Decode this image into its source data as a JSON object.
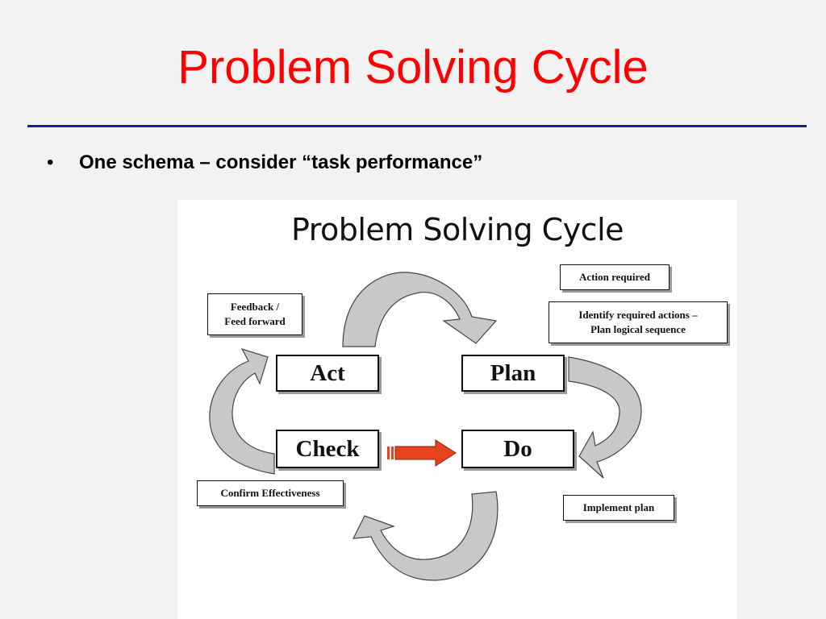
{
  "slide": {
    "title": "Problem Solving Cycle",
    "bullets": [
      "One schema – consider “task performance”"
    ]
  },
  "diagram": {
    "title": "Problem Solving Cycle",
    "stages": {
      "act": "Act",
      "plan": "Plan",
      "check": "Check",
      "do": "Do"
    },
    "notes": {
      "feedback": "Feedback /\nFeed forward",
      "action_required": "Action required",
      "identify": "Identify required actions –\nPlan logical sequence",
      "confirm": "Confirm Effectiveness",
      "implement": "Implement plan"
    }
  },
  "colors": {
    "title": "#ff0000",
    "rule": "#1a1aa8",
    "arrow_fill": "#c8c8c8",
    "arrow_accent": "#e8431f"
  }
}
